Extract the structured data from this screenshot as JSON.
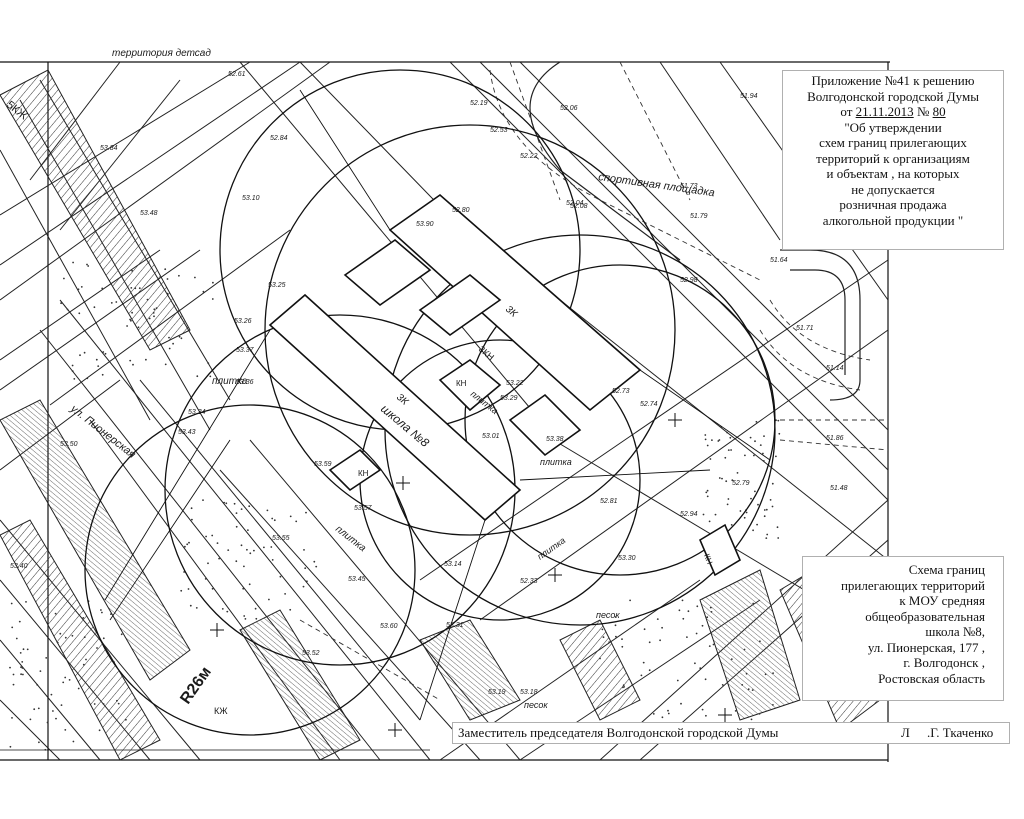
{
  "appendix": {
    "line1": "Приложение  №41 к решению",
    "line2": "Волгодонской городской Думы",
    "date_prefix": "от",
    "date": "21.11.2013",
    "number_prefix": "№",
    "number": "80",
    "title_lines": [
      "\"Об утверждении",
      "схем границ прилегающих",
      "территорий к организациям",
      "и объектам , на которых",
      "не допускается",
      "розничная продажа",
      "алкогольной продукции \""
    ]
  },
  "schema": {
    "lines": [
      "Схема границ",
      "прилегающих территорий",
      "к МОУ средняя",
      "общеобразовательная",
      "школа №8,",
      "ул. Пионерская, 177 ,",
      "г. Волгодонск ,",
      "Ростовская область"
    ]
  },
  "signature": {
    "position": "Заместитель председателя Волгодонской городской Думы",
    "initial": "Л",
    "name": ".Г. Ткаченко"
  },
  "map_labels": {
    "sports_ground": "спортивная площадка",
    "school": "школа №8",
    "brick_3k": "3К",
    "tile_1": "плитка",
    "tile_2": "плитка",
    "tile_3": "плитка",
    "tile_4": "плитка",
    "tile_5": "плитка",
    "street": "ул. Пионерская",
    "radius": "R26м",
    "kn_1": "КН",
    "kn_2": "КН",
    "kn_3": "КН",
    "sand_1": "песок",
    "sand_2": "песок",
    "brick_3kn": "3КН",
    "brick_5kzh": "5КЖ",
    "kzh": "КЖ",
    "territory": "территория детсад"
  },
  "elevations": [
    "52.61",
    "52.19",
    "52.06",
    "51.94",
    "51.85",
    "53.84",
    "52.84",
    "52.53",
    "52.22",
    "52.04",
    "53.48",
    "53.10",
    "52.80",
    "52.08",
    "51.73",
    "51.79",
    "53.25",
    "53.26",
    "53.37",
    "51.64",
    "51.71",
    "53.36",
    "53.34",
    "53.43",
    "53.59",
    "53.57",
    "53.45",
    "53.31",
    "53.52",
    "53.19",
    "53.18",
    "52.79",
    "52.94",
    "52.73",
    "52.74",
    "53.38",
    "53.01",
    "53.22",
    "53.29",
    "53.30",
    "52.81",
    "51.86",
    "51.48",
    "51.14",
    "53.50",
    "53.40",
    "52.98",
    "53.90",
    "53.14",
    "53.55",
    "52.33",
    "53.60"
  ],
  "colors": {
    "ink": "#1a1a1a",
    "paper": "#ffffff",
    "box_border": "#b0b0b0"
  }
}
